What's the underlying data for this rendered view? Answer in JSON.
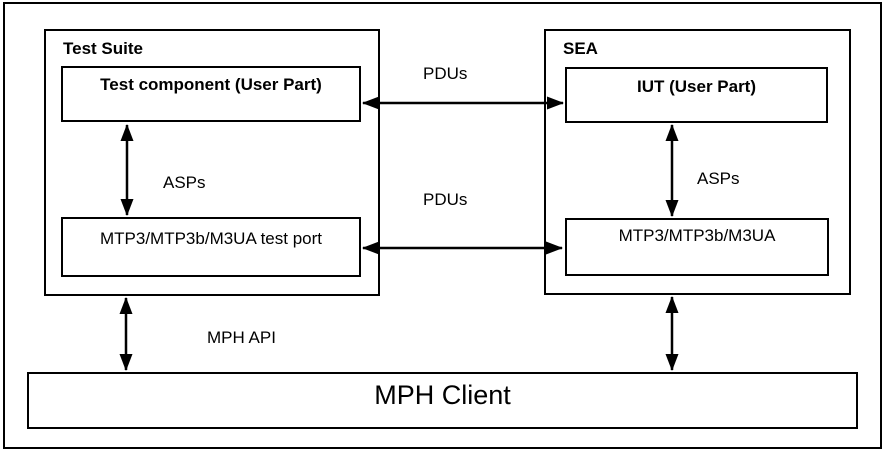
{
  "diagram": {
    "test_suite": {
      "title": "Test Suite",
      "component_label": "Test component (User Part)",
      "port_label": "MTP3/MTP3b/M3UA test port"
    },
    "sea": {
      "title": "SEA",
      "iut_label": "IUT (User Part)",
      "stack_label": "MTP3/MTP3b/M3UA"
    },
    "mph_client": {
      "label": "MPH Client"
    },
    "arrow_labels": {
      "pdus_top": "PDUs",
      "pdus_bottom": "PDUs",
      "asps_left": "ASPs",
      "asps_right": "ASPs",
      "mph_api": "MPH API"
    },
    "colors": {
      "line": "#000000",
      "background": "#ffffff"
    }
  }
}
